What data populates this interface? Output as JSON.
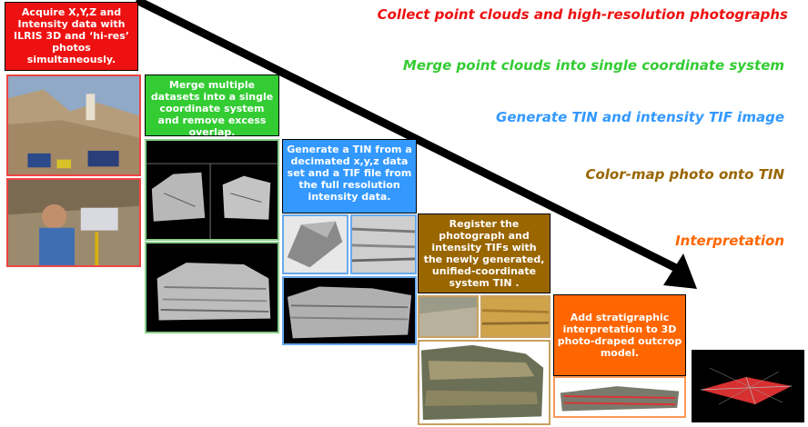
{
  "colors": {
    "red": "#ee1111",
    "green": "#33cc33",
    "blue": "#3399ff",
    "brown": "#996600",
    "orange": "#ff6600"
  },
  "phases": [
    {
      "label": "Collect point clouds and high-resolution photographs",
      "color": "#ee1111"
    },
    {
      "label": "Merge point clouds into single coordinate system",
      "color": "#33cc33"
    },
    {
      "label": "Generate TIN and  intensity TIF image",
      "color": "#3399ff"
    },
    {
      "label": "Color-map photo onto TIN",
      "color": "#996600"
    },
    {
      "label": "Interpretation",
      "color": "#ff6600"
    }
  ],
  "steps": [
    {
      "text": "Acquire X,Y,Z and Intensity data with ILRIS 3D and ‘hi-res’ photos simultaneously."
    },
    {
      "text": "Merge multiple datasets into a single coordinate system and remove excess overlap."
    },
    {
      "text": "Generate a TIN from a decimated x,y,z data set and a TIF file from the full resolution intensity data."
    },
    {
      "text": "Register the photograph and intensity TIFs with the newly generated, unified-coordinate system TIN ."
    },
    {
      "text": "Add stratigraphic interpretation to 3D photo-draped outcrop model."
    }
  ]
}
